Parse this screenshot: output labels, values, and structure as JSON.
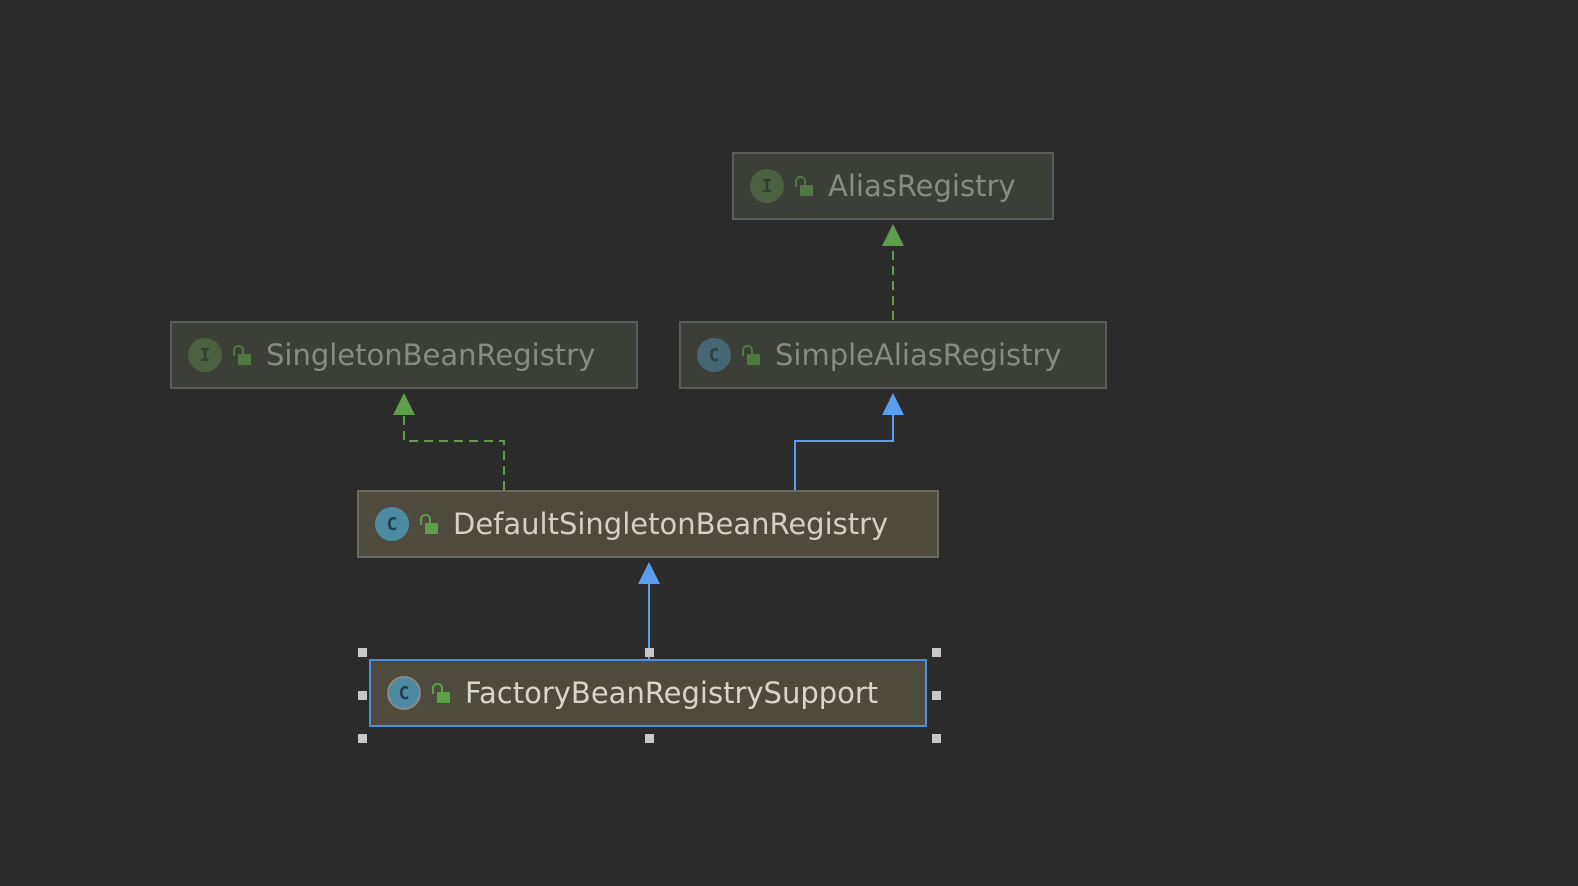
{
  "diagram": {
    "nodes": [
      {
        "id": "alias-registry",
        "label": "AliasRegistry",
        "kind": "interface",
        "kind_glyph": "I",
        "state": "faded",
        "visibility_icon": "public-lock-icon"
      },
      {
        "id": "singleton-bean-registry",
        "label": "SingletonBeanRegistry",
        "kind": "interface",
        "kind_glyph": "I",
        "state": "faded",
        "visibility_icon": "public-lock-icon"
      },
      {
        "id": "simple-alias-registry",
        "label": "SimpleAliasRegistry",
        "kind": "class",
        "kind_glyph": "C",
        "state": "faded",
        "visibility_icon": "public-lock-icon"
      },
      {
        "id": "default-singleton-bean-registry",
        "label": "DefaultSingletonBeanRegistry",
        "kind": "class",
        "kind_glyph": "C",
        "state": "active",
        "visibility_icon": "public-lock-icon"
      },
      {
        "id": "factory-bean-registry-support",
        "label": "FactoryBeanRegistrySupport",
        "kind": "class",
        "kind_glyph": "C",
        "state": "selected",
        "visibility_icon": "public-lock-icon"
      }
    ],
    "edges": [
      {
        "from": "simple-alias-registry",
        "to": "alias-registry",
        "relation": "implements",
        "style": "dashed"
      },
      {
        "from": "default-singleton-bean-registry",
        "to": "singleton-bean-registry",
        "relation": "implements",
        "style": "dashed"
      },
      {
        "from": "default-singleton-bean-registry",
        "to": "simple-alias-registry",
        "relation": "extends",
        "style": "solid"
      },
      {
        "from": "factory-bean-registry-support",
        "to": "default-singleton-bean-registry",
        "relation": "extends",
        "style": "solid"
      }
    ],
    "colors": {
      "background": "#2b2b2b",
      "implements_edge": "#5e9e4c",
      "extends_edge": "#5a9ef0",
      "selection_border": "#4a8fd8",
      "interface_icon": "#5a7d4a",
      "class_icon": "#4b8aa0",
      "visibility_icon": "#5ea04a"
    }
  }
}
